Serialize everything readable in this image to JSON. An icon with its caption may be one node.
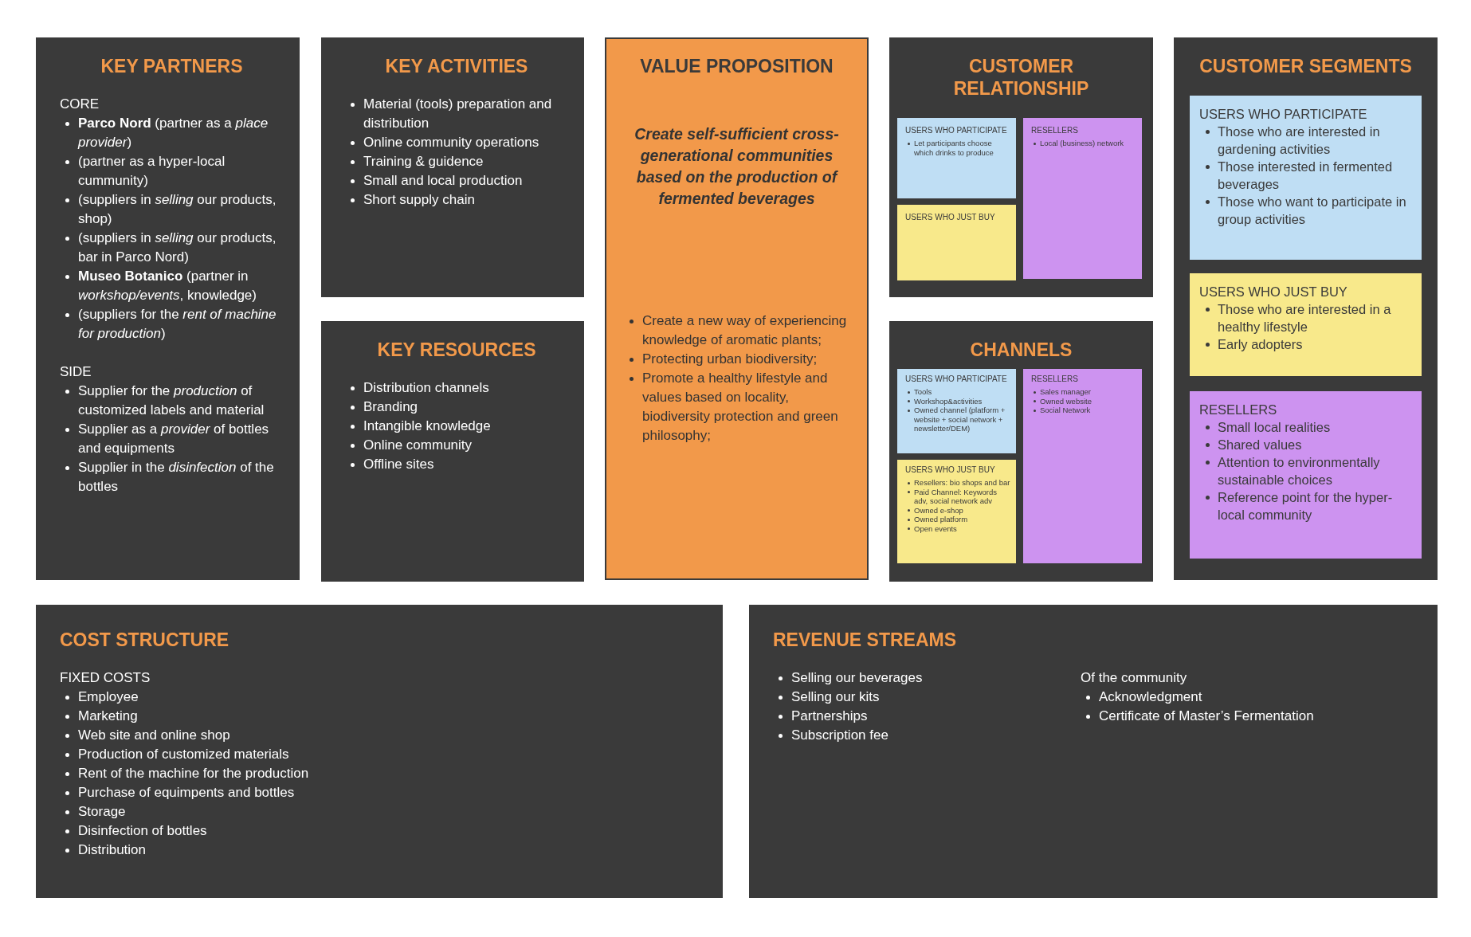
{
  "diagram": {
    "nodes": [
      {
        "text": [
          "KEY PARTNERS",
          "CORE",
          "**Parco Nord** (partner as a *place provider*)",
          "(partner as a hyper-local cummunity)",
          "(suppliers in *selling* our products, shop)",
          "(suppliers in *selling* our products, bar in Parco Nord)",
          "**Museo Botanico** (partner in *workshop/events*, knowledge)",
          "(suppliers for the *rent of machine for production*)",
          "SIDE",
          "Supplier for the *production* of customized labels and material",
          "Supplier as a *provider* of bottles and equipments",
          "Supplier in the *disinfection* of the bottles"
        ]
      },
      {
        "text": [
          "KEY ACTIVITIES",
          "Material (tools) preparation and distribution",
          "Online community operations",
          "Training & guidence",
          "Small and local production",
          "Short supply chain"
        ]
      },
      {
        "text": [
          "KEY RESOURCES",
          "Distribution channels",
          "Branding",
          "Intangible knowledge",
          "Online community",
          "Offline sites"
        ]
      },
      {
        "text": [
          "VALUE PROPOSITION",
          "Create self-sufficient cross-generational communities based on the production of fermented beverages",
          "Create a new way of experiencing knowledge of aromatic plants;",
          "Protecting urban biodiversity;",
          "Promote a healthy lifestyle and values based on locality, biodiversity protection and green philosophy;"
        ]
      },
      {
        "text": [
          "CUSTOMER RELATIONSHIP"
        ]
      },
      {
        "text": [
          "USERS WHO PARTICIPATE",
          "Let participants choose which drinks to produce"
        ],
        "in": 4
      },
      {
        "text": [
          "USERS WHO JUST BUY"
        ],
        "in": 4
      },
      {
        "text": [
          "RESELLERS",
          "Local (business) network"
        ],
        "in": 4
      },
      {
        "text": [
          "CHANNELS"
        ]
      },
      {
        "text": [
          "USERS WHO PARTICIPATE",
          "Tools",
          "Workshop&activities",
          "Owned channel (platform + website + social network + newsletter/DEM)"
        ],
        "in": 8
      },
      {
        "text": [
          "USERS WHO JUST BUY",
          "Resellers: bio shops and bar",
          "Paid Channel: Keywords adv, social network adv",
          "Owned e-shop",
          "Owned platform",
          "Open events"
        ],
        "in": 8
      },
      {
        "text": [
          "RESELLERS",
          "Sales manager",
          "Owned website",
          "Social Network"
        ],
        "in": 8
      },
      {
        "text": [
          "CUSTOMER SEGMENTS"
        ]
      },
      {
        "text": [
          "USERS WHO PARTICIPATE",
          "Those who are interested in gardening activities",
          "Those interested in fermented beverages",
          "Those who want to participate in group activities"
        ],
        "in": 12
      },
      {
        "text": [
          "USERS WHO JUST BUY",
          "Those who are interested in a healthy lifestyle",
          "Early adopters"
        ],
        "in": 12
      },
      {
        "text": [
          "RESELLERS",
          "Small local realities",
          "Shared values",
          "Attention to environmentally sustainable choices",
          "Reference point for the hyper-local community"
        ],
        "in": 12
      },
      {
        "text": [
          "COST STRUCTURE",
          "FIXED COSTS",
          "Employee",
          "Marketing",
          "Web site and online shop",
          "Production of customized materials",
          "Rent of the machine for the production",
          "Purchase of equimpents and bottles",
          "Storage",
          "Disinfection of bottles",
          "Distribution"
        ]
      },
      {
        "text": [
          "REVENUE STREAMS",
          "Selling our beverages",
          "Selling our kits",
          "Partnerships",
          "Subscription fee",
          "Of the community",
          "Acknowledgment",
          "Certificate of Master’s Fermentation"
        ]
      }
    ]
  }
}
